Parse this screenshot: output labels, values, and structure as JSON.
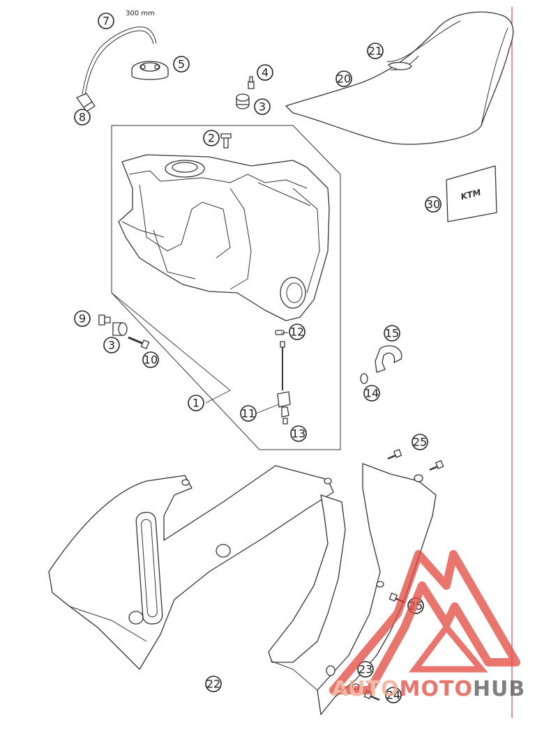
{
  "hose_length_label": "300 mm",
  "logo_decal_text": "KTM",
  "watermark": {
    "part1": "AUTO",
    "part2": "MOTO",
    "part3": "HUB",
    "colors": {
      "auto": "#f0a58a",
      "moto": "#e2483c",
      "hub": "#555555"
    }
  },
  "callouts": [
    "1",
    "2",
    "3",
    "3",
    "4",
    "5",
    "7",
    "8",
    "9",
    "10",
    "11",
    "12",
    "13",
    "14",
    "15",
    "20",
    "21",
    "22",
    "23",
    "24",
    "25",
    "25",
    "30"
  ]
}
